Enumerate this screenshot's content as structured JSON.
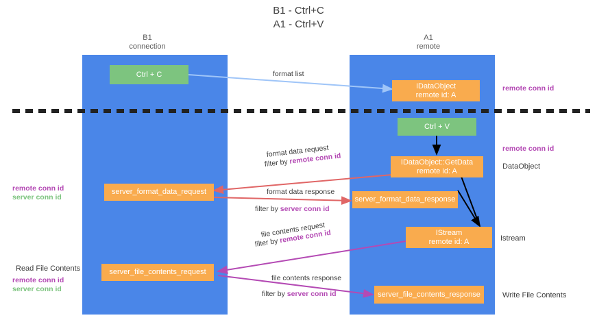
{
  "title": {
    "line1": "B1 - Ctrl+C",
    "line2": "A1 - Ctrl+V"
  },
  "columns": [
    {
      "name": "B1",
      "role": "connection"
    },
    {
      "name": "A1",
      "role": "remote"
    }
  ],
  "colors": {
    "lane": "#4a86e8",
    "orange_node": "#f9ab4e",
    "green_node": "#7dc47f",
    "purple_text": "#b44ab4",
    "green_text": "#7dc47f",
    "blue_arrow": "#9fc5f8",
    "red_arrow": "#e06666",
    "magenta_arrow": "#b44ab4",
    "black_arrow": "#000000",
    "divider": "#222222"
  },
  "nodes": {
    "ctrl_c": "Ctrl + C",
    "ctrl_v": "Ctrl + V",
    "idataobject": {
      "line1": "IDataObject",
      "line2": "remote id: A"
    },
    "getdata": {
      "line1": "IDataObject::GetData",
      "line2": "remote id: A"
    },
    "istream": {
      "line1": "IStream",
      "line2": "remote id: A"
    },
    "server_format_data_request": "server_format_data_request",
    "server_format_data_response": "server_format_data_response",
    "server_file_contents_request": "server_file_contents_request",
    "server_file_contents_response": "server_file_contents_response"
  },
  "edge_labels": {
    "format_list": "format list",
    "format_data_request": "format data request",
    "format_data_request_filter_prefix": "filter by ",
    "format_data_request_filter_key": "remote conn id",
    "format_data_response": "format data response",
    "format_data_response_filter_prefix": "filter by ",
    "format_data_response_filter_key": "server conn id",
    "file_contents_request": "file contents request",
    "file_contents_request_filter_prefix": "filter by ",
    "file_contents_request_filter_key": "remote conn id",
    "file_contents_response": "file contents response",
    "file_contents_response_filter_prefix": "filter by ",
    "file_contents_response_filter_key": "server conn id"
  },
  "right_labels": {
    "remote_conn_id_top": "remote conn id",
    "remote_conn_id_mid": "remote conn id",
    "dataobject": "DataObject",
    "istream": "Istream",
    "write_file_contents": "Write File Contents"
  },
  "left_labels": {
    "remote_conn_id_mid": "remote conn id",
    "server_conn_id_mid": "server conn id",
    "read_file_contents": "Read File Contents",
    "remote_conn_id_bottom": "remote conn id",
    "server_conn_id_bottom": "server conn id"
  }
}
